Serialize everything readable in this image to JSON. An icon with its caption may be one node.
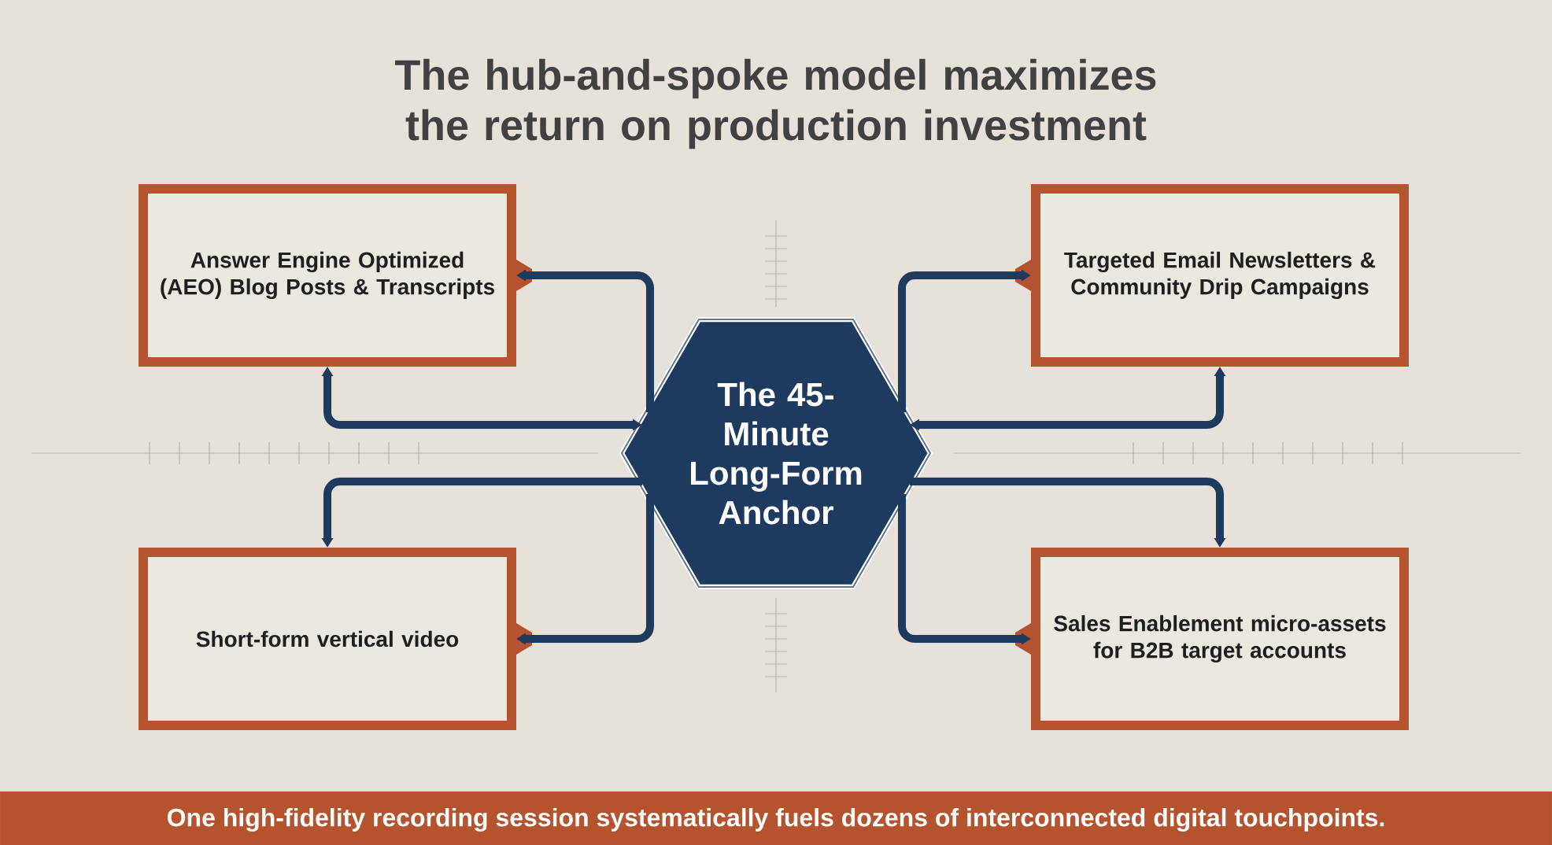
{
  "diagram": {
    "title": "The hub-and-spoke model maximizes the return on production investment",
    "caption": "One high-fidelity recording session systematically fuels dozens of interconnected digital touchpoints.",
    "nodes": [
      {
        "text": [
          "Answer Engine Optimized (AEO) Blog Posts & Transcripts"
        ]
      },
      {
        "text": [
          "Targeted Email Newsletters & Community Drip Campaigns"
        ]
      },
      {
        "text": [
          "The 45-Minute Long-Form Anchor"
        ]
      },
      {
        "text": [
          "Short-form vertical video"
        ]
      },
      {
        "text": [
          "Sales Enablement micro-assets for B2B target accounts"
        ]
      }
    ],
    "edges": [
      {
        "from": 2,
        "to": 0,
        "arrow": "to"
      },
      {
        "from": 0,
        "to": 2,
        "arrow": "both"
      },
      {
        "from": 2,
        "to": 3,
        "arrow": "to"
      },
      {
        "from": 2,
        "to": 3,
        "arrow": "to"
      },
      {
        "from": 2,
        "to": 1,
        "arrow": "to"
      },
      {
        "from": 1,
        "to": 2,
        "arrow": "both"
      },
      {
        "from": 2,
        "to": 4,
        "arrow": "to"
      },
      {
        "from": 2,
        "to": 4,
        "arrow": "to"
      }
    ]
  }
}
